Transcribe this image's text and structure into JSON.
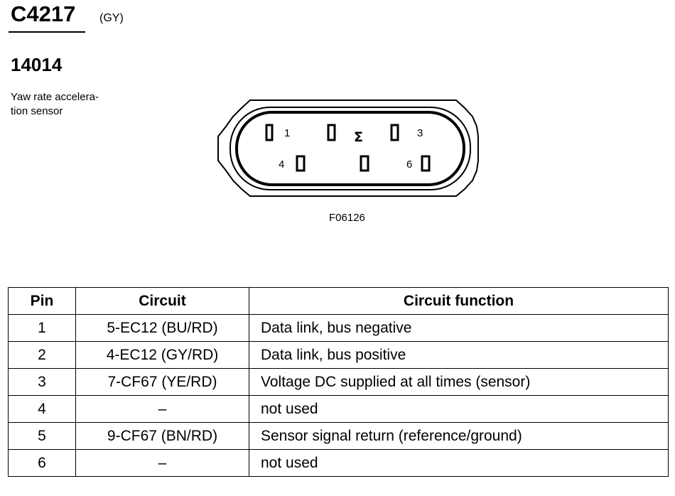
{
  "header": {
    "connector_id": "C4217",
    "color_code": "(GY)",
    "part_number": "14014",
    "description": "Yaw rate accelera-\ntion sensor"
  },
  "figure": {
    "pin_labels": [
      "1",
      "3",
      "4",
      "6"
    ],
    "center_symbol": "Σ",
    "reference": "F06126"
  },
  "table": {
    "headers": [
      "Pin",
      "Circuit",
      "Circuit function"
    ],
    "rows": [
      {
        "pin": "1",
        "circuit": "5-EC12 (BU/RD)",
        "function": "Data link, bus negative"
      },
      {
        "pin": "2",
        "circuit": "4-EC12 (GY/RD)",
        "function": "Data link, bus positive"
      },
      {
        "pin": "3",
        "circuit": "7-CF67 (YE/RD)",
        "function": "Voltage DC supplied at all times (sensor)"
      },
      {
        "pin": "4",
        "circuit": "–",
        "function": "not used"
      },
      {
        "pin": "5",
        "circuit": "9-CF67 (BN/RD)",
        "function": "Sensor signal return (reference/ground)"
      },
      {
        "pin": "6",
        "circuit": "–",
        "function": "not used"
      }
    ]
  }
}
